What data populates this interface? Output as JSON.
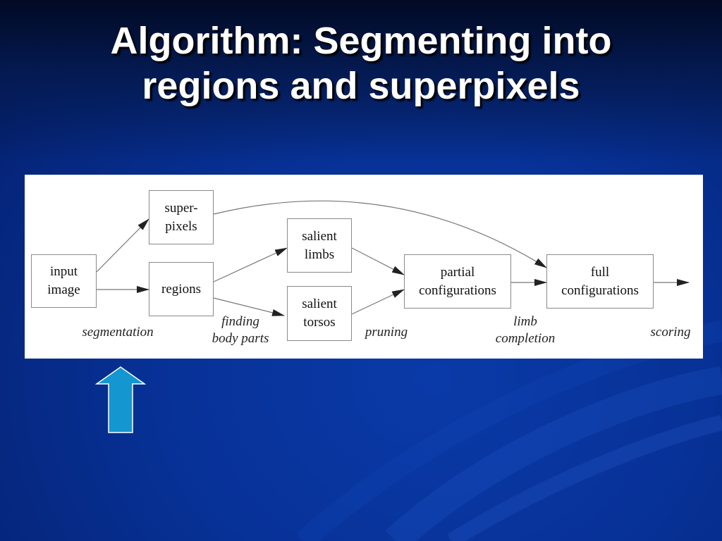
{
  "slide": {
    "title_line1": "Algorithm: Segmenting into",
    "title_line2": "regions and superpixels"
  },
  "diagram": {
    "nodes": {
      "input_image": [
        "input",
        "image"
      ],
      "superpixels": [
        "super-",
        "pixels"
      ],
      "regions": [
        "regions"
      ],
      "salient_limbs": [
        "salient",
        "limbs"
      ],
      "salient_torsos": [
        "salient",
        "torsos"
      ],
      "partial_configurations": [
        "partial",
        "configurations"
      ],
      "full_configurations": [
        "full",
        "configurations"
      ]
    },
    "stage_labels": {
      "segmentation": [
        "segmentation"
      ],
      "finding_body_parts": [
        "finding",
        "body parts"
      ],
      "pruning": [
        "pruning"
      ],
      "limb_completion": [
        "limb",
        "completion"
      ],
      "scoring": [
        "scoring"
      ]
    }
  },
  "colors": {
    "background": "#073196",
    "title": "#ffffff",
    "arrow_fill": "#1497d0",
    "arrow_outline": "#ffffff"
  },
  "icons": {
    "pointer": "up-arrow-icon"
  }
}
